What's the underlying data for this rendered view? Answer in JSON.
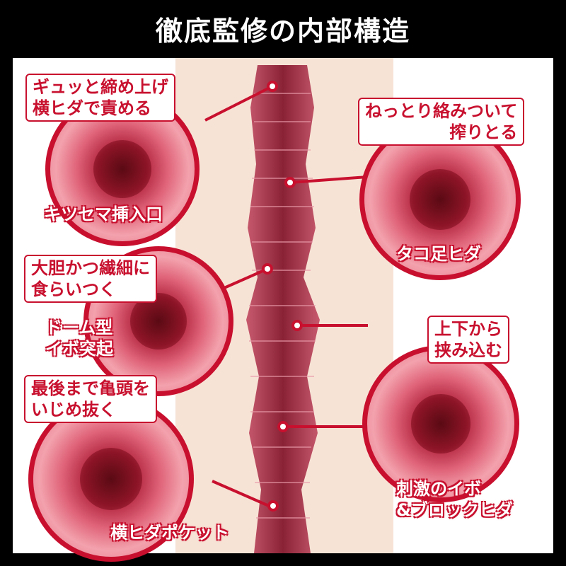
{
  "title": "徹底監修の内部構造",
  "features": [
    {
      "label": [
        "ギュッと締め上げ",
        "横ヒダで責める"
      ],
      "caption": "キツセマ挿入口"
    },
    {
      "label": [
        "ねっとり絡みついて",
        "搾りとる"
      ],
      "caption": "タコ足ヒダ"
    },
    {
      "label": [
        "大胆かつ繊細に",
        "食らいつく"
      ],
      "caption": [
        "ドーム型",
        "イボ突起"
      ]
    },
    {
      "label": [
        "上下から",
        "挟み込む"
      ],
      "caption": [
        "刺激のイボ",
        "&ブロックヒダ"
      ]
    },
    {
      "label": [
        "最後まで亀頭を",
        "いじめ抜く"
      ],
      "caption": "横ヒダポケット"
    }
  ],
  "colors": {
    "accent": "#c8102e",
    "background": "#000000",
    "panel": "#ffffff",
    "canal": "#b03a4e"
  }
}
